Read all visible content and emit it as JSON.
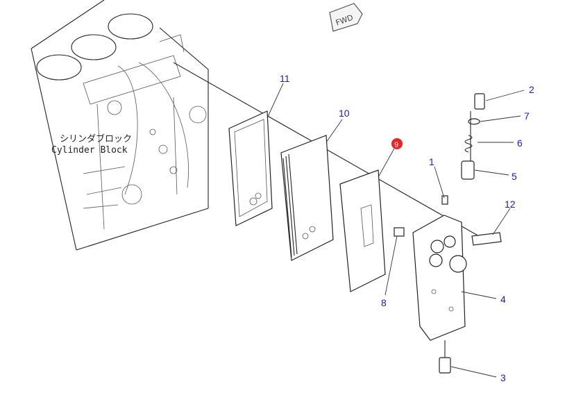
{
  "diagram": {
    "direction_marker": "FWD",
    "cylinder_block_label_jp": "シリンダブロック",
    "cylinder_block_label_en": "Cylinder Block",
    "highlighted_callout": "9",
    "highlight_color": "#ee2222",
    "callout_color": "#1a1acc",
    "callouts": [
      "11",
      "10",
      "9",
      "1",
      "2",
      "7",
      "6",
      "5",
      "12",
      "4",
      "8",
      "3"
    ]
  }
}
